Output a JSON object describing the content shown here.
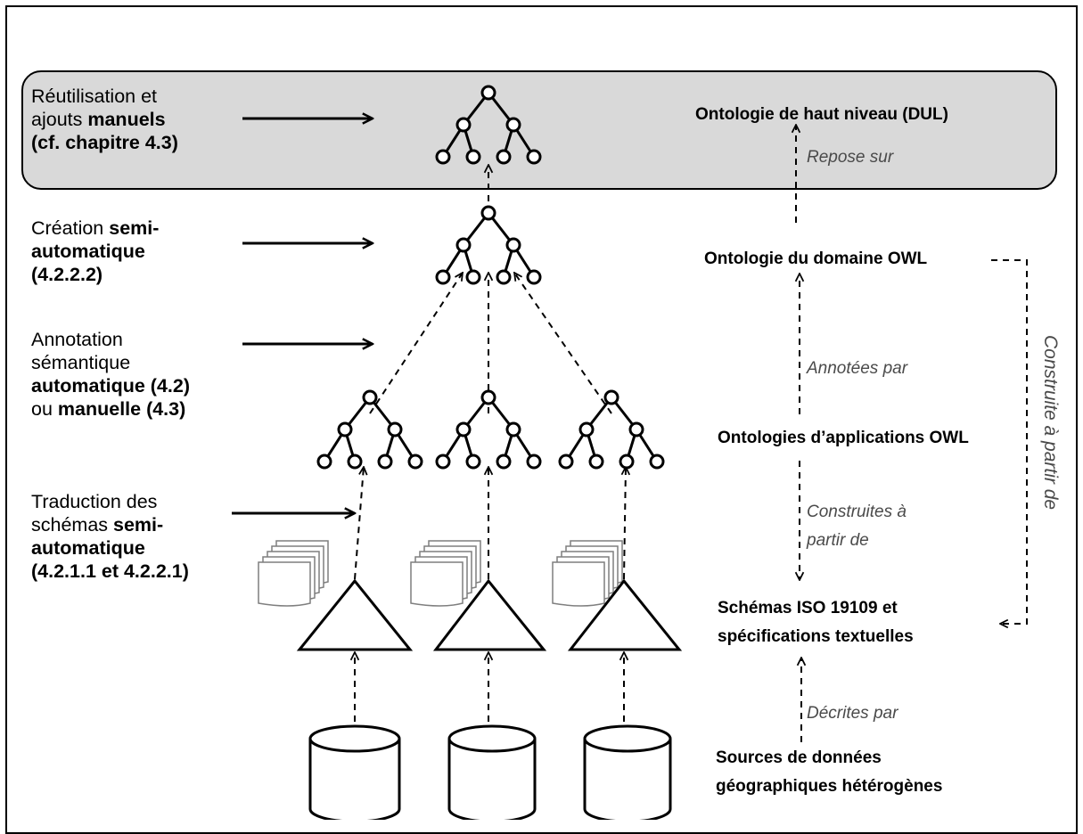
{
  "left_labels": {
    "reuse": {
      "line1": "Réutilisation et",
      "line2a": "ajouts ",
      "line2b": "manuels",
      "line3": "(cf. chapitre 4.3)"
    },
    "creation": {
      "line1a": "Création ",
      "line1b": "semi-",
      "line2": "automatique",
      "line3": "(4.2.2.2)"
    },
    "annotation": {
      "line1": "Annotation",
      "line2": "sémantique",
      "line3a": "automatique",
      "line3b": " (4.2)",
      "line4a": "ou ",
      "line4b": "manuelle",
      "line4c": " (4.3)"
    },
    "translation": {
      "line1": "Traduction des",
      "line2a": "schémas ",
      "line2b": "semi-",
      "line3": "automatique",
      "line4": "(4.2.1.1 et 4.2.2.1)"
    }
  },
  "right_labels": {
    "top_ontology": "Ontologie de haut niveau (DUL)",
    "domain_ontology": "Ontologie du domaine OWL",
    "app_ontologies": "Ontologies d’applications  OWL",
    "schemas_line1": "Schémas ISO 19109 et",
    "schemas_line2": "spécifications textuelles",
    "sources_line1": "Sources de données",
    "sources_line2": "géographiques hétérogènes"
  },
  "relations": {
    "repose_sur": "Repose sur",
    "annotees_par": "Annotées par",
    "construites_line1": "Construites à",
    "construites_line2": "partir de",
    "decrites_par": "Décrites par",
    "construite_a_partir_de": "Construite à partir de"
  }
}
